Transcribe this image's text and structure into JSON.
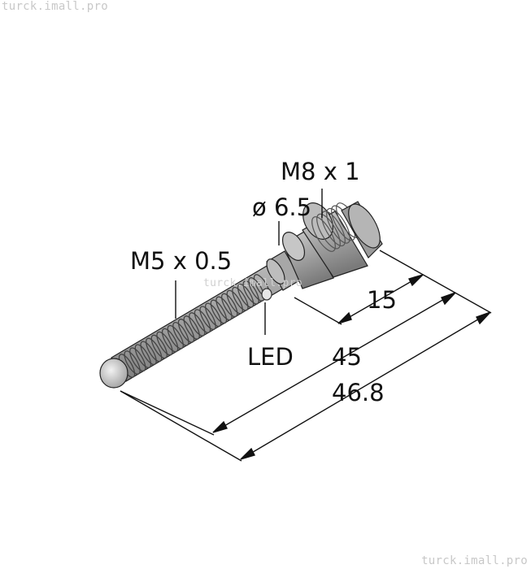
{
  "watermark": {
    "top_left": "turck.imall.pro",
    "bottom_right": "turck.imall.pro",
    "center": "turck.imall.pro"
  },
  "labels": {
    "m8_thread": "M8 x 1",
    "diameter": "ø 6.5",
    "m5_thread": "M5 x 0.5",
    "led": "LED",
    "dim_15": "15",
    "dim_45": "45",
    "dim_46_8": "46.8"
  },
  "colors": {
    "body": "#a9a9a9",
    "body_dark": "#6e6e6e",
    "body_light": "#c4c4c4",
    "tip": "#d9d9d9",
    "line": "#111111",
    "watermark": "#c8c8c8"
  }
}
